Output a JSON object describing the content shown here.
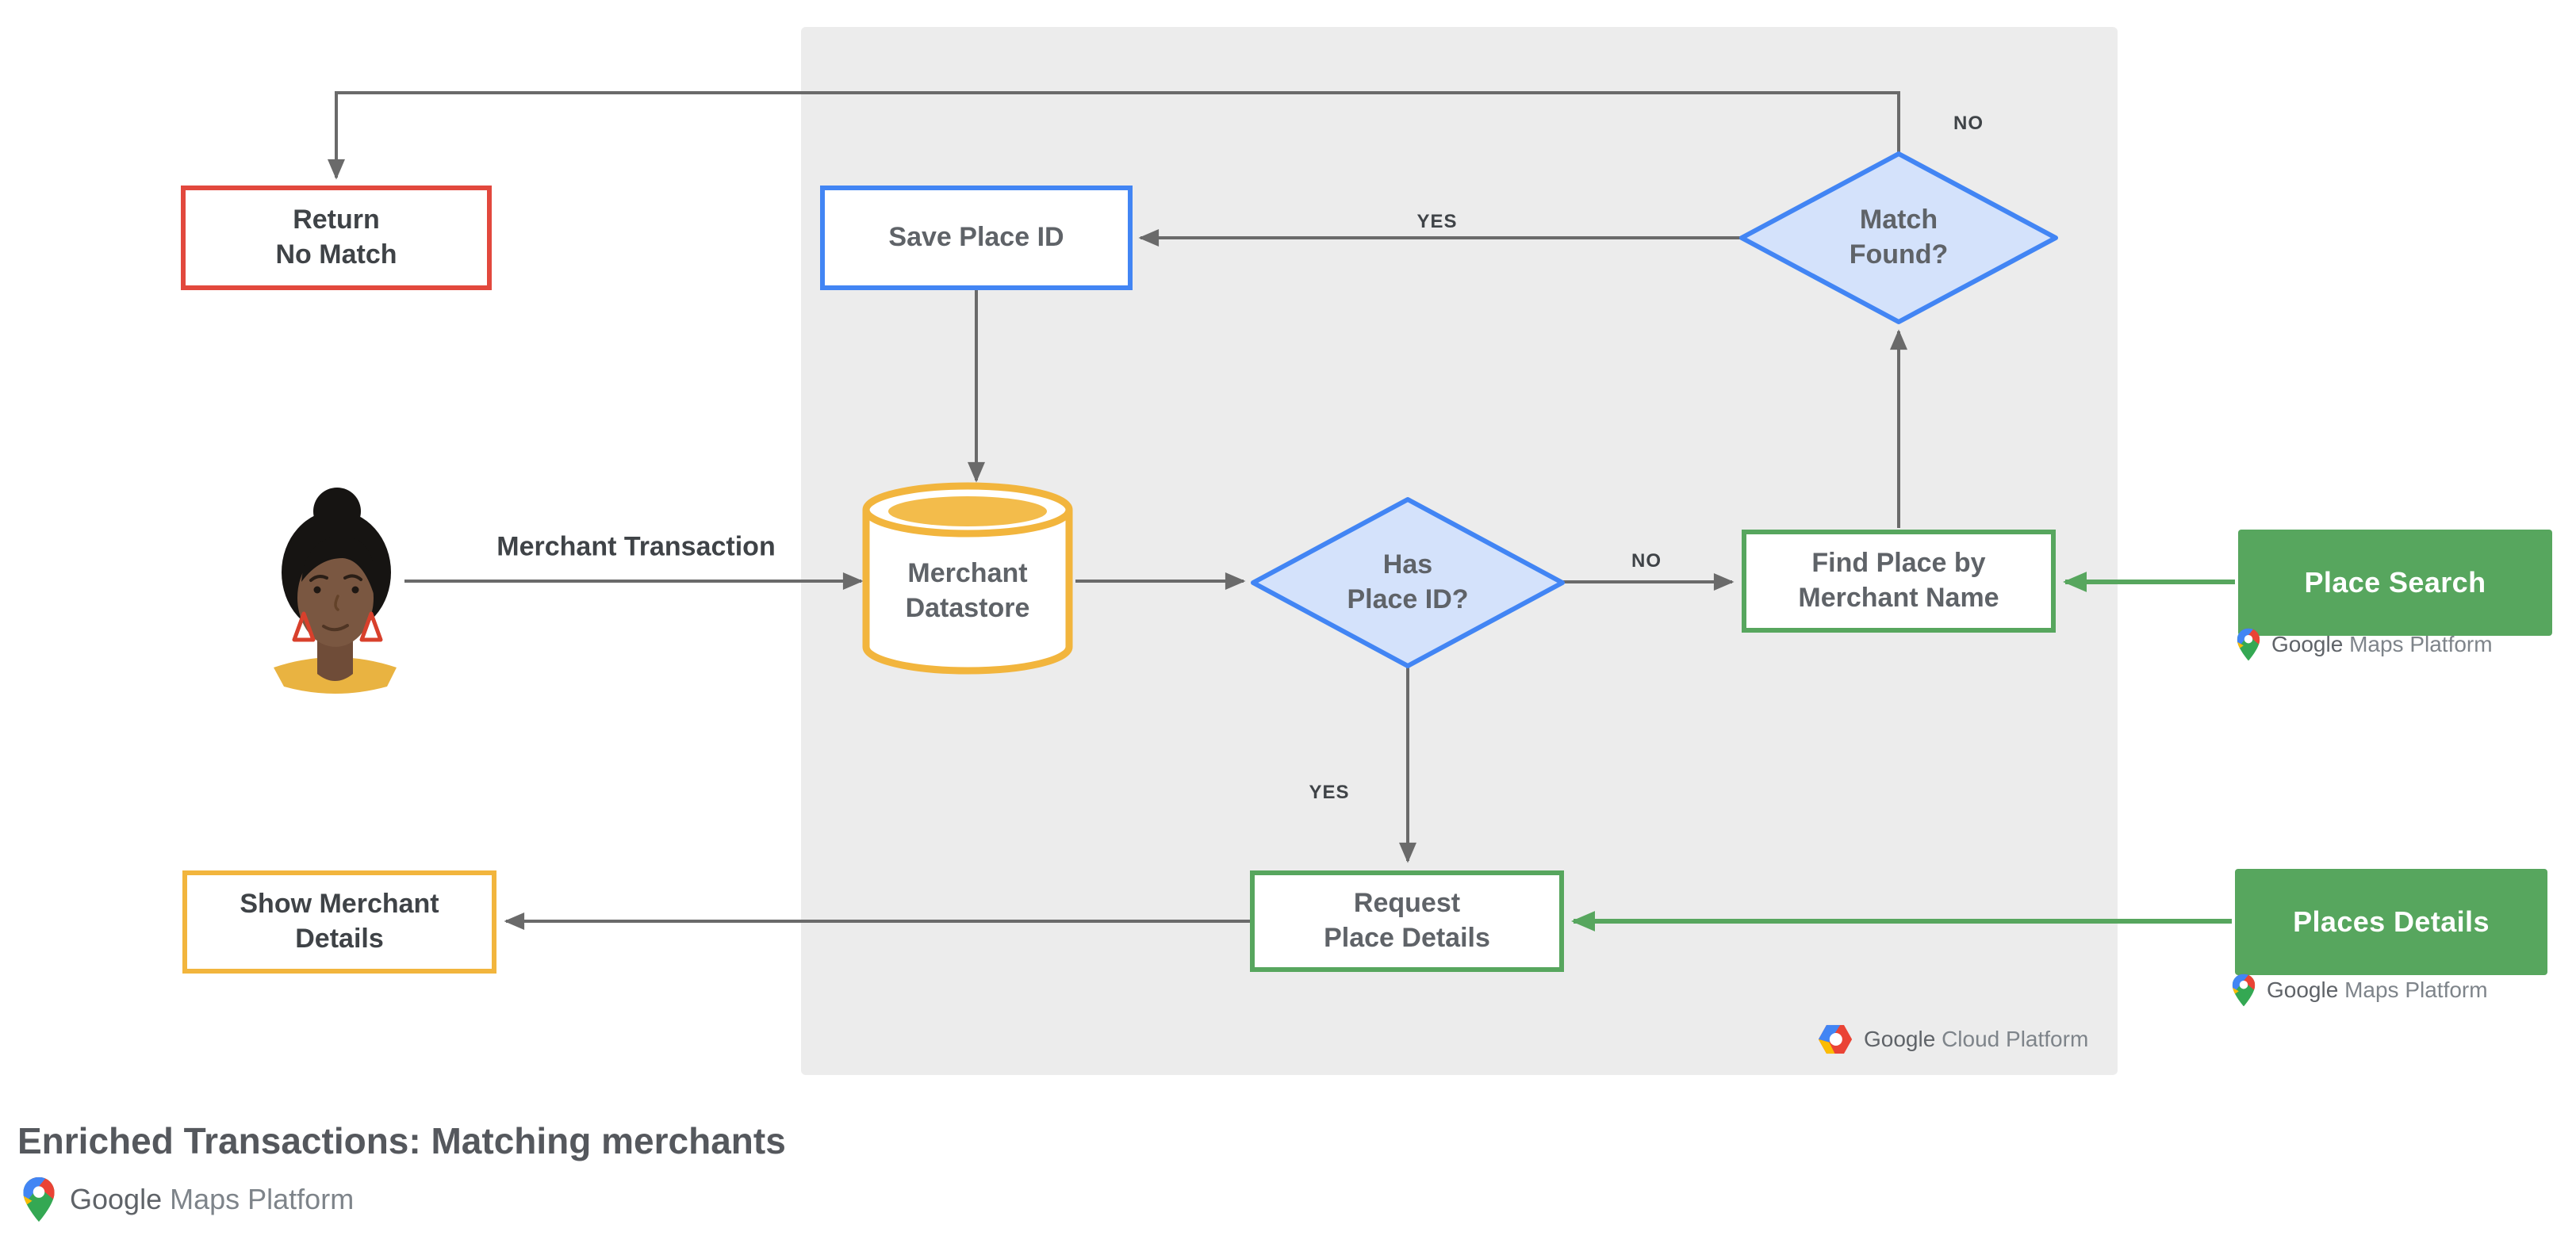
{
  "title": "Enriched Transactions: Matching merchants",
  "colors": {
    "red": "#E2483D",
    "blue": "#4285F4",
    "blue-fill": "#D4E2FB",
    "yellow": "#F2B53D",
    "yellow-inner": "#F3BC4B",
    "green": "#57A65E",
    "line": "#6A6A6A",
    "panel": "#ECECEC",
    "text-dark": "#3F4347",
    "text-gray": "#5F6368",
    "text-light": "#7E848A",
    "title": "#55585D"
  },
  "nodes": {
    "return_no_match": "Return\nNo Match",
    "save_place_id": "Save Place ID",
    "match_found": "Match\nFound?",
    "merchant_datastore": "Merchant\nDatastore",
    "has_place_id": "Has\nPlace ID?",
    "find_place": "Find Place by\nMerchant Name",
    "place_search": "Place Search",
    "request_place_details": "Request\nPlace Details",
    "places_details": "Places Details",
    "show_merchant_details": "Show Merchant\nDetails"
  },
  "edge_labels": {
    "match_no": "NO",
    "match_yes": "YES",
    "has_no": "NO",
    "has_yes": "YES"
  },
  "annotations": {
    "merchant_transaction": "Merchant Transaction"
  },
  "logos": {
    "maps_platform": {
      "google": "Google",
      "product": "Maps Platform"
    },
    "cloud_platform": {
      "google": "Google",
      "product": "Cloud Platform"
    }
  }
}
